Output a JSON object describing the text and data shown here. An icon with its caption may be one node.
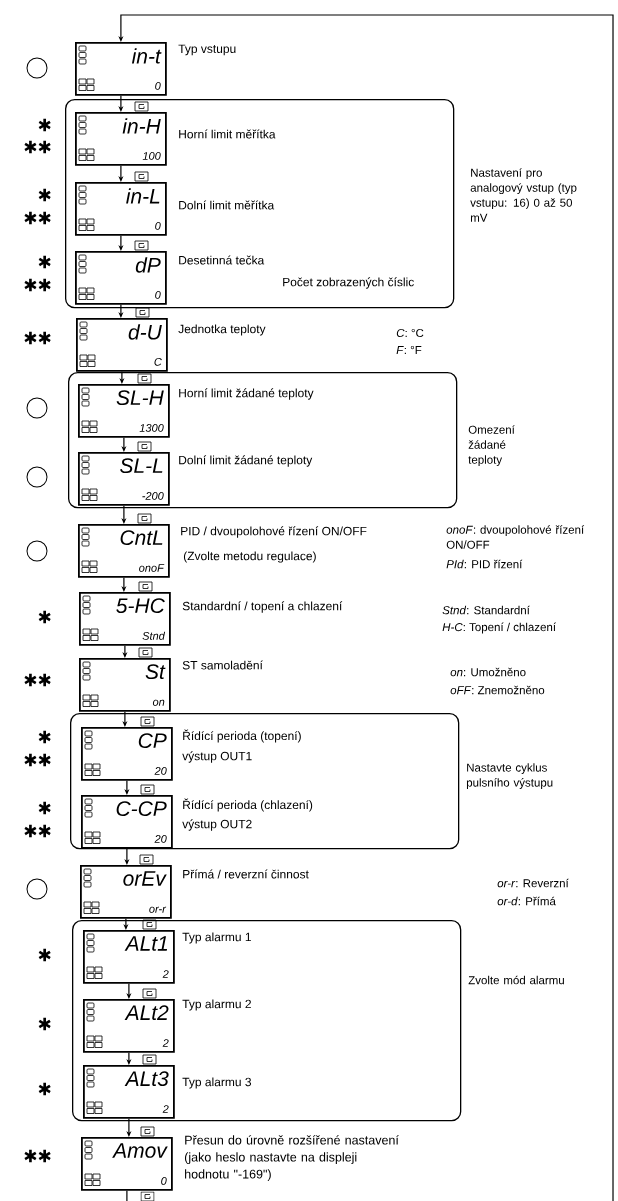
{
  "diagram": {
    "nodes": [
      {
        "text": [
          "in-t",
          "0"
        ],
        "beside": [
          "Typ vstupu"
        ]
      },
      {
        "text": [
          "Nastavení pro analogový vstup (typ vstupu: 16) 0 až 50 mV"
        ]
      },
      {
        "text": [
          "in-H",
          "100"
        ],
        "in": 1,
        "beside": [
          "Horní limit měřítka"
        ]
      },
      {
        "text": [
          "in-L",
          "0"
        ],
        "in": 1,
        "beside": [
          "Dolní limit měřítka"
        ]
      },
      {
        "text": [
          "dP",
          "0"
        ],
        "in": 1,
        "beside": [
          "Desetinná tečka",
          "Počet zobrazených číslic"
        ]
      },
      {
        "text": [
          "d-U",
          "C"
        ],
        "beside": [
          "Jednotka teploty"
        ]
      },
      {
        "text": [
          "Omezení žádané teploty"
        ]
      },
      {
        "text": [
          "SL-H",
          "1300"
        ],
        "in": 6,
        "beside": [
          "Horní limit  žádané teploty"
        ]
      },
      {
        "text": [
          "SL-L",
          "-200"
        ],
        "in": 6,
        "beside": [
          "Dolní limit  žádané teploty"
        ]
      },
      {
        "text": [
          "CntL",
          "onoF"
        ],
        "beside": [
          "PID / dvoupolohové řízení ON/OFF",
          "(Zvolte metodu regulace)"
        ]
      },
      {
        "text": [
          "5-HC",
          "Stnd"
        ],
        "beside": [
          "Standardní / topení a chlazení"
        ]
      },
      {
        "text": [
          "St",
          "on"
        ],
        "beside": [
          "ST   samoladění"
        ]
      },
      {
        "text": [
          "Nastavte cyklus pulsního výstupu"
        ]
      },
      {
        "text": [
          "CP",
          "20"
        ],
        "in": 12,
        "beside": [
          "Řídící perioda (topení)",
          "výstup OUT1"
        ]
      },
      {
        "text": [
          "C-CP",
          "20"
        ],
        "in": 12,
        "beside": [
          "Řídící perioda (chlazení)",
          "výstup OUT2"
        ]
      },
      {
        "text": [
          "orEv",
          "or-r"
        ],
        "beside": [
          "Přímá / reverzní činnost"
        ]
      },
      {
        "text": [
          "Zvolte mód alarmu"
        ]
      },
      {
        "text": [
          "ALt1",
          "2"
        ],
        "in": 16,
        "beside": [
          "Typ alarmu 1"
        ]
      },
      {
        "text": [
          "ALt2",
          "2"
        ],
        "in": 16,
        "beside": [
          "Typ alarmu 2"
        ]
      },
      {
        "text": [
          "ALt3",
          "2"
        ],
        "in": 16,
        "beside": [
          "Typ alarmu 3"
        ]
      },
      {
        "text": [
          "Amov",
          "0"
        ],
        "beside": [
          "Přesun do úrovně rozšířené nastavení (jako heslo nastavte na displeji hodnotu \"-169\")"
        ]
      }
    ],
    "edges": [
      {
        "from": null,
        "to": 0,
        "arrow": "to"
      },
      {
        "from": 0,
        "to": 2,
        "arrow": "to"
      },
      {
        "from": 2,
        "to": 3,
        "arrow": "to"
      },
      {
        "from": 3,
        "to": 4,
        "arrow": "to"
      },
      {
        "from": 4,
        "to": 5,
        "arrow": "to"
      },
      {
        "from": 5,
        "to": 7,
        "arrow": "to"
      },
      {
        "from": 7,
        "to": 8,
        "arrow": "to"
      },
      {
        "from": 8,
        "to": 9,
        "arrow": "to"
      },
      {
        "from": 9,
        "to": 10,
        "arrow": "to"
      },
      {
        "from": 10,
        "to": 11,
        "arrow": "to"
      },
      {
        "from": 11,
        "to": 13,
        "arrow": "to"
      },
      {
        "from": 13,
        "to": 14,
        "arrow": "to"
      },
      {
        "from": 14,
        "to": 15,
        "arrow": "to"
      },
      {
        "from": 15,
        "to": 17,
        "arrow": "to"
      },
      {
        "from": 17,
        "to": 18,
        "arrow": "to"
      },
      {
        "from": 18,
        "to": 19,
        "arrow": "to"
      },
      {
        "from": 19,
        "to": 20,
        "arrow": "to"
      },
      {
        "from": 20,
        "to": null,
        "arrow": "none"
      }
    ],
    "labels": [
      "✱",
      "✱✱",
      "✱",
      "✱✱",
      "✱",
      "✱✱",
      "✱✱",
      "*C*: °C",
      "*F*: °F",
      "*onoF*: dvoupolohové řízení ON/OFF",
      "*PId*: PID řízení",
      "✱",
      "*Stnd*: Standardní",
      "*H-C*: Topení / chlazení",
      "✱✱",
      "*on*: Umožněno",
      "*oFF*: Znemožněno",
      "✱",
      "✱✱",
      "✱",
      "✱✱",
      "*or-r*: Reverzní",
      "*or-d*: Přímá",
      "✱",
      "✱",
      "✱",
      "✱✱"
    ]
  }
}
